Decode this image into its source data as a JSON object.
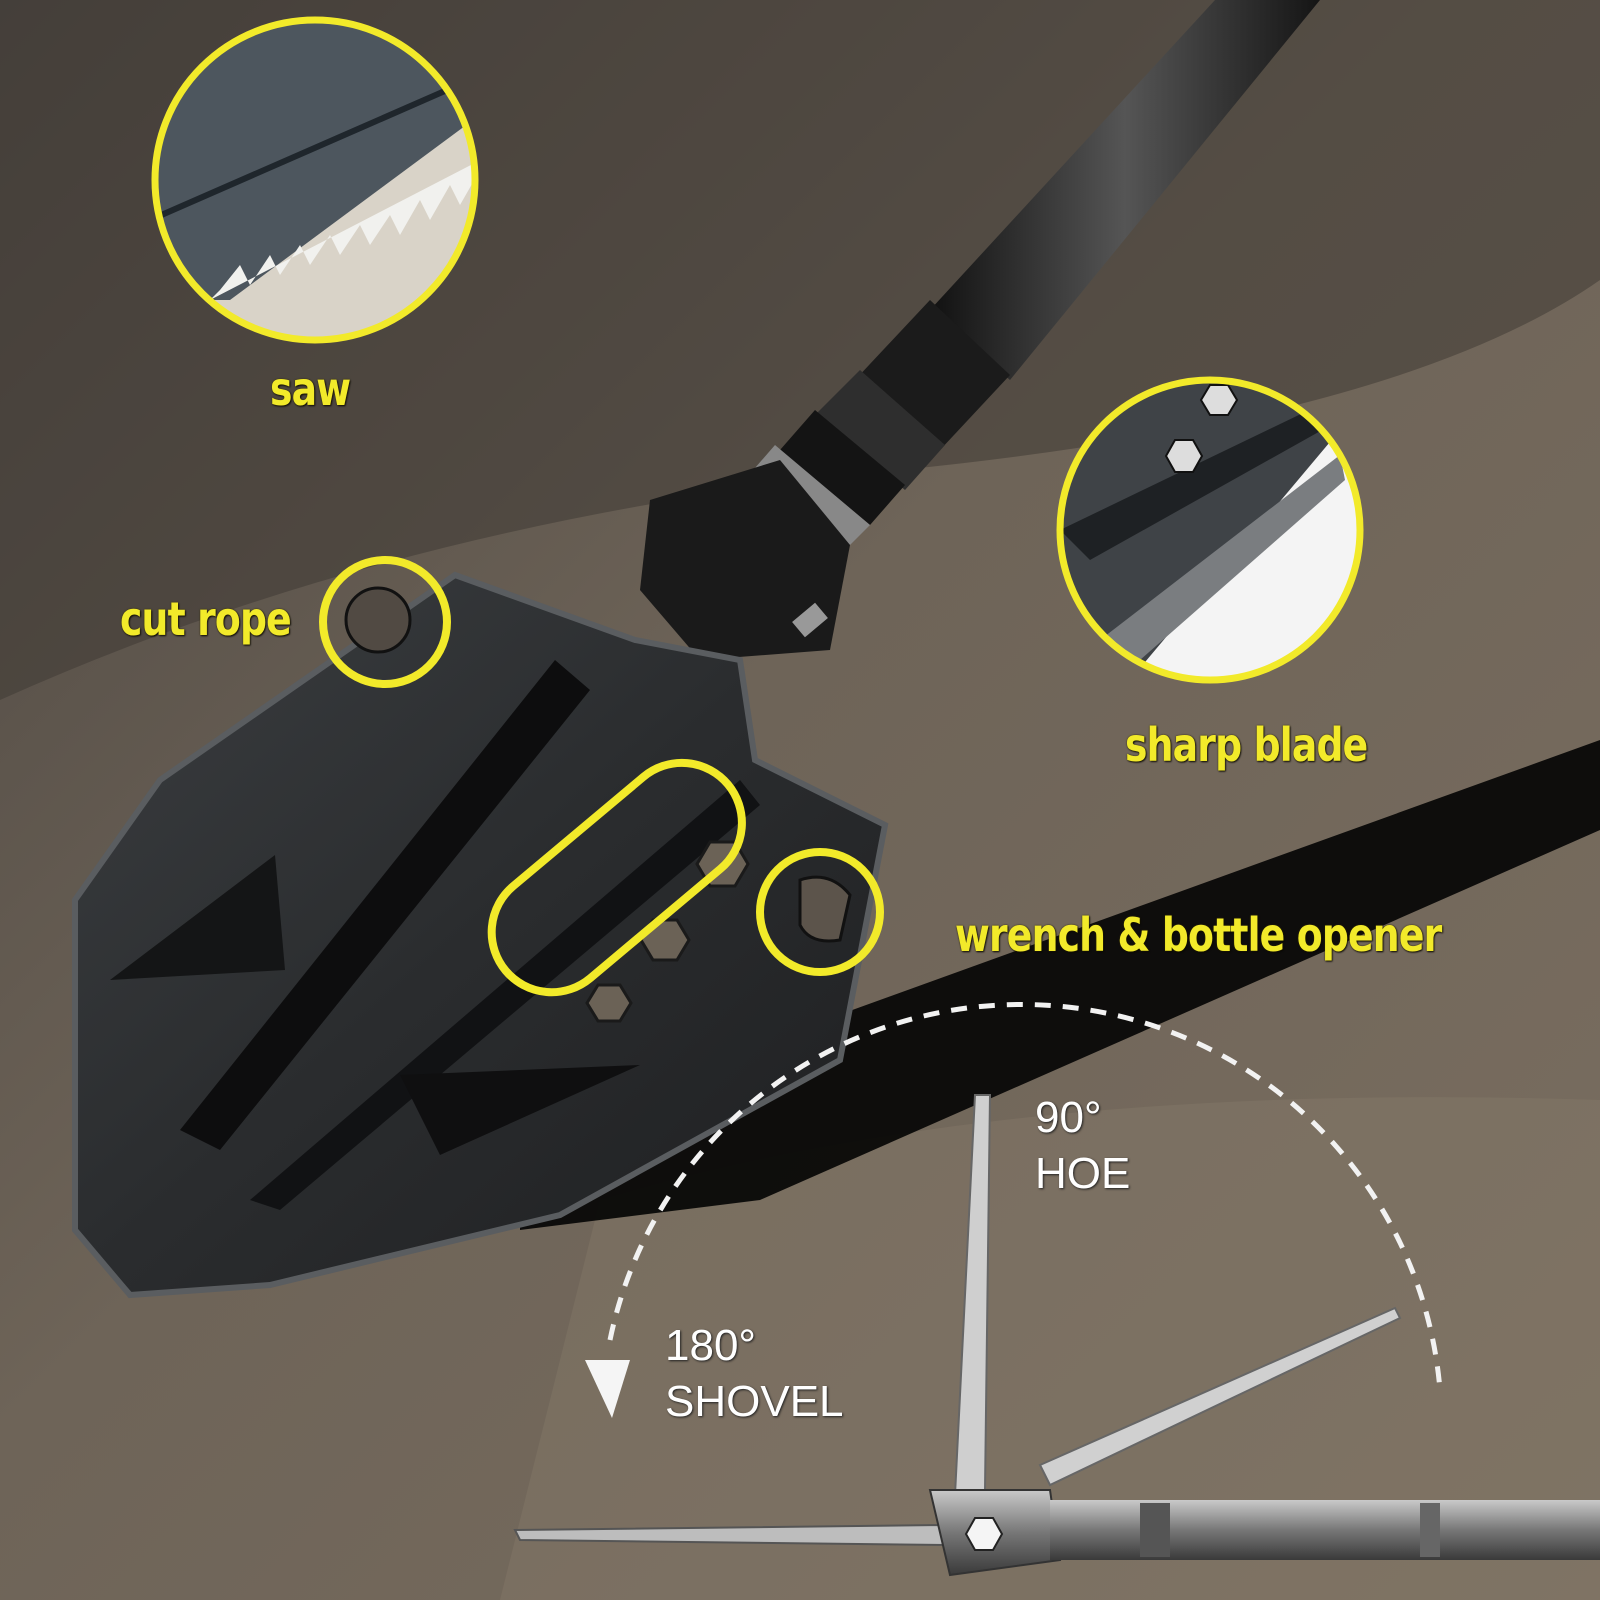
{
  "callouts": {
    "saw": "saw",
    "cut_rope": "cut rope",
    "sharp_blade": "sharp blade",
    "wrench": "wrench & bottle opener"
  },
  "angles": {
    "hoe_degrees": "90°",
    "hoe_mode": "HOE",
    "shovel_degrees": "180°",
    "shovel_mode": "SHOVEL"
  },
  "colors": {
    "highlight": "#f2ea2a",
    "sand": "#6b6155",
    "blade": "#2e3032",
    "annotation": "#ffffff"
  }
}
